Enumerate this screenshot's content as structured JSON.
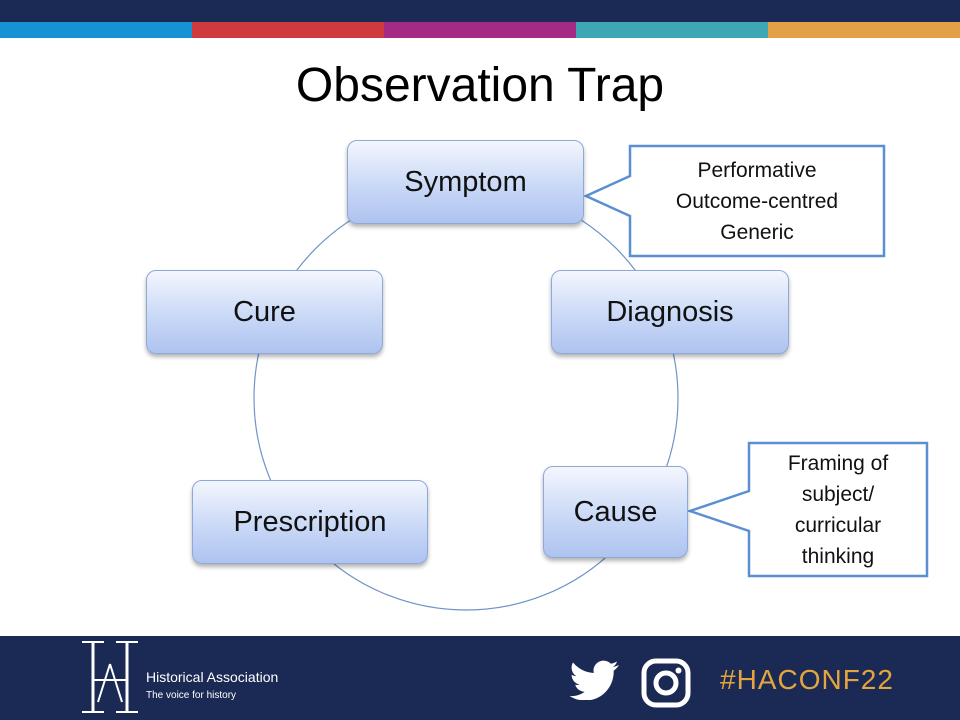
{
  "slide": {
    "title": "Observation Trap",
    "stripe_colors": [
      "#1592d3",
      "#cf3a3f",
      "#a42b85",
      "#3ea6b5",
      "#e4a046"
    ],
    "nodes": [
      {
        "key": "symptom",
        "label": "Symptom"
      },
      {
        "key": "diagnosis",
        "label": "Diagnosis"
      },
      {
        "key": "cause",
        "label": "Cause"
      },
      {
        "key": "prescription",
        "label": "Prescription"
      },
      {
        "key": "cure",
        "label": "Cure"
      }
    ],
    "callouts": [
      {
        "key": "symptom-notes",
        "lines": [
          "Performative",
          "Outcome-centred",
          "Generic"
        ]
      },
      {
        "key": "cause-notes",
        "lines": [
          "Framing of",
          "subject/",
          "curricular",
          "thinking"
        ]
      }
    ]
  },
  "footer": {
    "org_name": "Historical Association",
    "org_tagline": "The voice for history",
    "logo_letters": "HA",
    "hashtag": "#HACONF22",
    "icons": [
      "twitter-icon",
      "instagram-icon"
    ],
    "accent_color": "#e4a53e",
    "background_color": "#1b2a55"
  }
}
